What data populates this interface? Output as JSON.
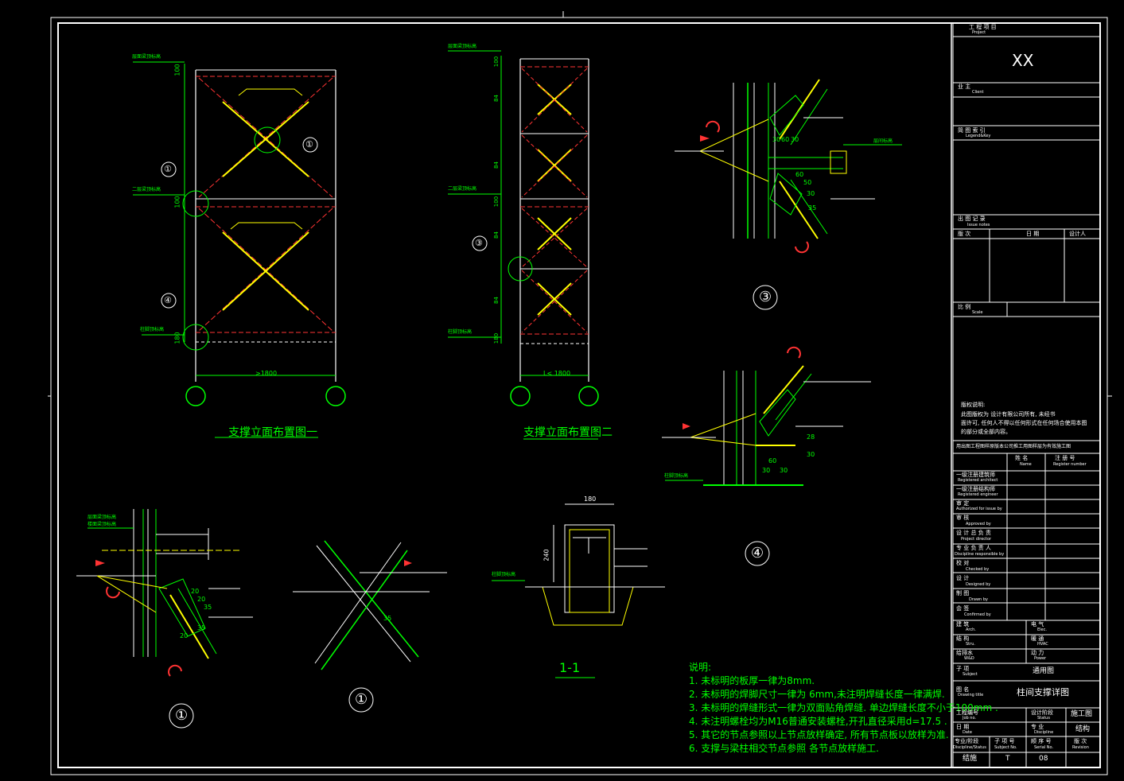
{
  "drawings": {
    "elevation1": {
      "title": "支撑立面布置图一",
      "span": ">1800",
      "dims": [
        "100",
        "100",
        "180"
      ],
      "callouts": [
        "①",
        "①",
        "④"
      ],
      "levels": [
        "层面梁顶标高",
        "二层梁顶标高",
        "柱脚顶标高"
      ]
    },
    "elevation2": {
      "title": "支撑立面布置图二",
      "span": "L< 1800",
      "dims": [
        "100",
        "84",
        "84",
        "100",
        "84",
        "84",
        "180"
      ],
      "callouts": [
        "③"
      ],
      "levels": [
        "层面梁顶标高",
        "二层梁顶标高",
        "柱脚顶标高"
      ]
    },
    "detail3": {
      "label": "③",
      "dims": [
        "30",
        "60",
        "30",
        "60",
        "50",
        "30",
        "35"
      ],
      "level": "层间标高"
    },
    "detail4": {
      "label": "④",
      "dims": [
        "60",
        "30",
        "30",
        "28",
        "30"
      ],
      "level": "柱脚顶标高"
    },
    "detail1a": {
      "label": "①",
      "levels": [
        "层面梁顶标高",
        "楼面梁顶标高"
      ],
      "dims": [
        "20",
        "20",
        "35",
        "20",
        "35"
      ]
    },
    "detail1b": {
      "label": "①",
      "dims": [
        "35"
      ]
    },
    "section": {
      "label": "1-1",
      "width": "180",
      "height": "240",
      "level": "柱脚顶标高"
    }
  },
  "notes": {
    "heading": "说明:",
    "items": [
      "1. 未标明的板厚一律为8mm.",
      "2. 未标明的焊脚尺寸一律为 6mm,未注明焊缝长度一律满焊.",
      "3. 未标明的焊缝形式一律为双面贴角焊缝. 单边焊缝长度不小于100mm .",
      "4. 未注明螺栓均为M16普通安装螺栓,开孔直径采用d=17.5 .",
      "5. 其它的节点参照以上节点放样确定, 所有节点板以放样为准.",
      "6. 支撑与梁柱相交节点参照 各节点放样施工."
    ]
  },
  "titleblock": {
    "project_label": "工 程 项 目",
    "project_label_en": "Project",
    "project": "XX",
    "client_label": "业 主",
    "client_label_en": "Client",
    "legend_label": "简 图 索 引",
    "legend_label_en": "Legend&Key",
    "issue_label": "出 图 记 录",
    "issue_label_en": "Issue notes",
    "issue_cols": [
      "版 次",
      "日 期",
      "设计人"
    ],
    "scale_label": "比 例",
    "scale_label_en": "Scale",
    "copyright_head": "版权说明:",
    "copyright_lines": [
      "此图版权为 设计有限公司所有, 未经书",
      "面许可, 任何人不得以任何形式在任何场合使用本图",
      "的部分或全部内容。"
    ],
    "stamp_row": "用出图工程图样原版本公司推工用图样层为有效施工图",
    "sign_cols": [
      "姓 名",
      "注 册 号"
    ],
    "sign_cols_en": [
      "Name",
      "Register number"
    ],
    "roles": [
      {
        "cn": "一级注册建筑师",
        "en": "Registered architect"
      },
      {
        "cn": "一级注册结构师",
        "en": "Registered engineer"
      },
      {
        "cn": "审 定",
        "en": "Authorized for issue by"
      },
      {
        "cn": "审 核",
        "en": "Approved by"
      },
      {
        "cn": "设 计 总 负 责",
        "en": "Project director"
      },
      {
        "cn": "专 业 负 责 人",
        "en": "Discipline responsible by"
      },
      {
        "cn": "校 对",
        "en": "Checked by"
      },
      {
        "cn": "设 计",
        "en": "Designed by"
      },
      {
        "cn": "制 图",
        "en": "Drawn by"
      },
      {
        "cn": "会 签",
        "en": "Confirmed by"
      }
    ],
    "disciplines": [
      {
        "cn": "建 筑",
        "en": "Arch."
      },
      {
        "cn": "电 气",
        "en": "Elec."
      },
      {
        "cn": "结 构",
        "en": "Stru."
      },
      {
        "cn": "暖 通",
        "en": "HVAC"
      },
      {
        "cn": "给排水",
        "en": "W&D"
      },
      {
        "cn": "动 力",
        "en": "Power"
      }
    ],
    "subject_label": "子 项",
    "subject_label_en": "Subject",
    "subject": "通用图",
    "drawing_title_label": "图 名",
    "drawing_title_label_en": "Drawing title",
    "drawing_title": "柱间支撑详图",
    "job_label": "工程编号",
    "job_label_en": "Job no.",
    "status_label": "设计阶段",
    "status_label_en": "Status",
    "status": "施工图",
    "date_label": "日 期",
    "date_label_en": "Date",
    "discipline_label": "专 业",
    "discipline_label_en": "Discipline",
    "discipline": "结构",
    "bottom_cols": [
      "专业/阶段",
      "子 项 号",
      "顺 序 号",
      "版 次"
    ],
    "bottom_cols_en": [
      "Discipline/Status",
      "Subject No.",
      "Serial No.",
      "Revision"
    ],
    "bottom_values": [
      "结施",
      "T",
      "08",
      ""
    ]
  },
  "colors": {
    "frame": "#ffffff",
    "line": "#00ff00",
    "member": "#ffff00",
    "cut": "#ff3333",
    "bg": "#000000"
  }
}
